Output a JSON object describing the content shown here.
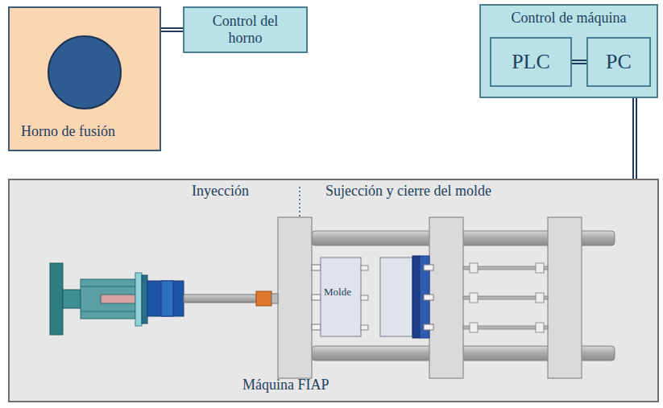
{
  "diagram": {
    "nodes": [
      {
        "text": [
          "Horno de fusión"
        ]
      },
      {
        "text": [
          "Control del horno"
        ]
      },
      {
        "text": [
          "Control de máquina"
        ]
      },
      {
        "text": [
          "PLC"
        ],
        "in": 2
      },
      {
        "text": [
          "PC"
        ],
        "in": 2
      },
      {
        "text": [
          "Inyección",
          "Sujección y cierre del molde",
          "Máquina FIAP"
        ]
      }
    ],
    "edges": [
      {
        "from": 0,
        "to": 1,
        "arrow": "none"
      },
      {
        "from": 3,
        "to": 4,
        "arrow": "none"
      },
      {
        "from": 2,
        "to": 5,
        "arrow": "none"
      }
    ],
    "labels": [
      "Molde"
    ]
  }
}
